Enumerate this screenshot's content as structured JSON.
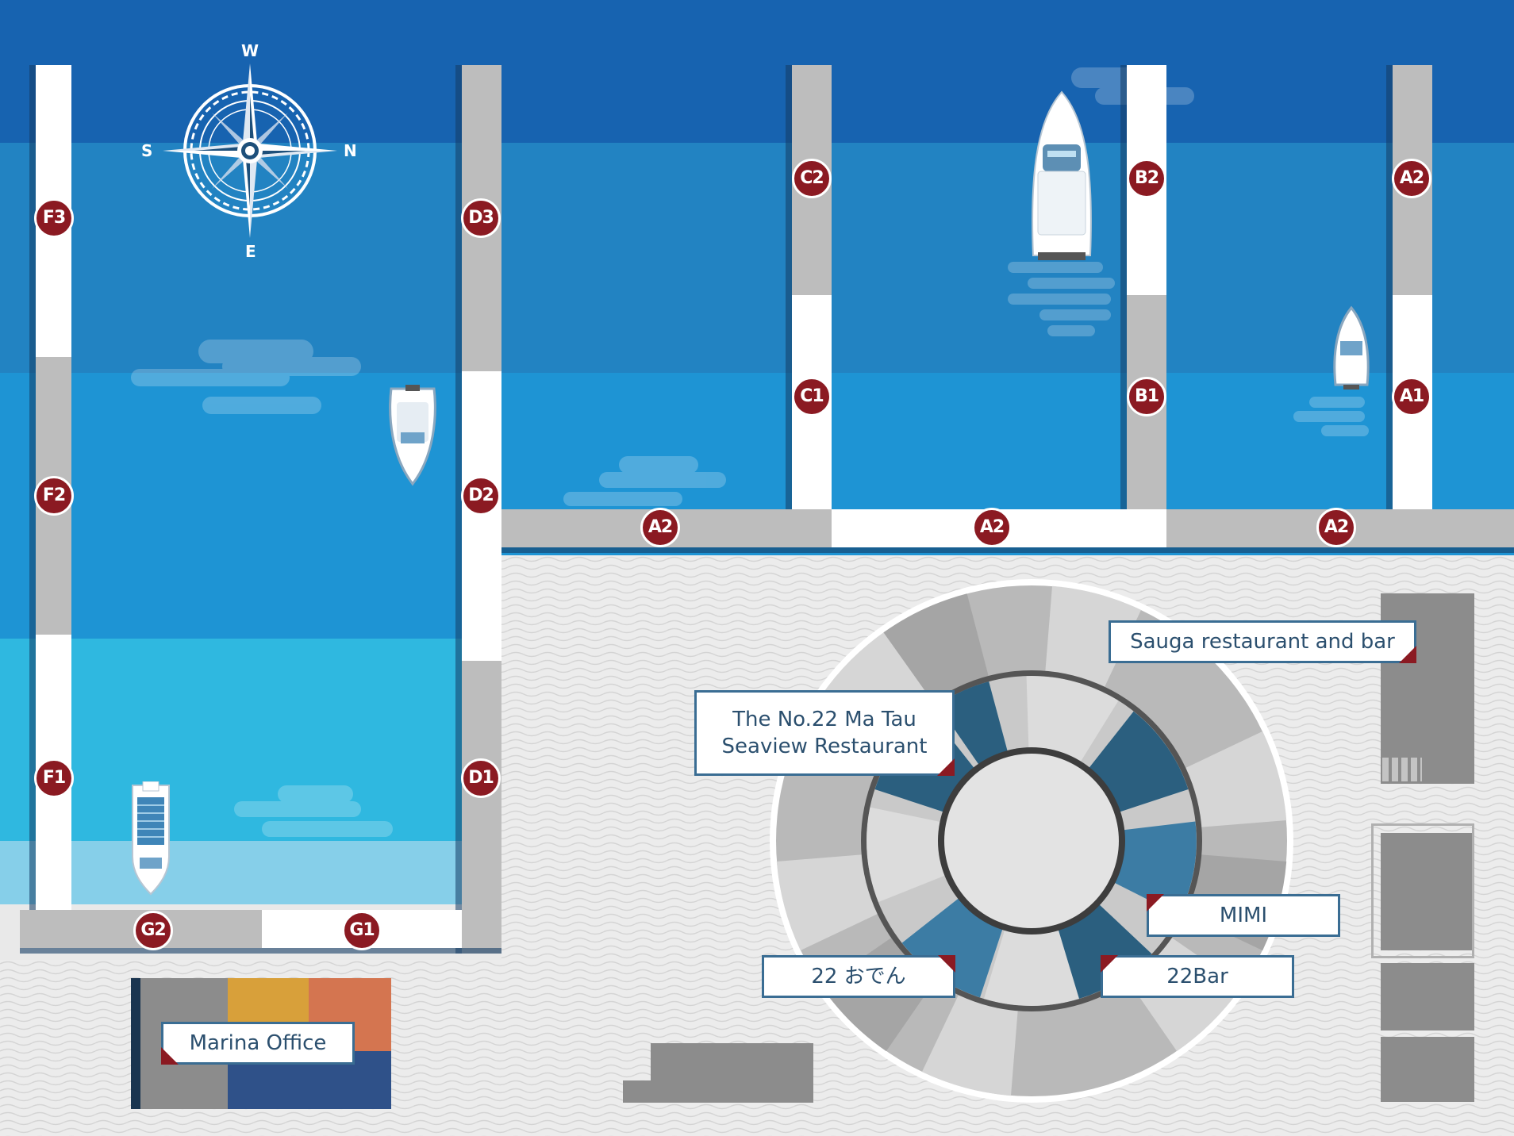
{
  "map": {
    "compass": {
      "top": "W",
      "bottom": "E",
      "left": "S",
      "right": "N",
      "icon": "compass-rose-icon"
    },
    "berths": {
      "F3": "F3",
      "F2": "F2",
      "F1": "F1",
      "D3": "D3",
      "D2": "D2",
      "D1": "D1",
      "C2": "C2",
      "C1": "C1",
      "B2": "B2",
      "B1": "B1",
      "A2_top": "A2",
      "A1": "A1",
      "A2_left": "A2",
      "A2_mid": "A2",
      "A2_right": "A2",
      "G2": "G2",
      "G1": "G1"
    },
    "places": {
      "no22": "The No.22 Ma Tau\nSeaview Restaurant",
      "sauga": "Sauga restaurant and bar",
      "mimi": "MIMI",
      "oden": "22 おでん",
      "bar22": "22Bar",
      "marina_office": "Marina Office"
    },
    "colors": {
      "sea_deep": "#1763b0",
      "sea_mid": "#2283c2",
      "sea_blue": "#1e94d4",
      "sea_light": "#2fb8e0",
      "sea_shallow": "#86cfe9",
      "pier_gray": "#bdbdbd",
      "badge_red": "#8b1a22",
      "label_border": "#3a6d93",
      "highlight_dark": "#2b5f7f",
      "highlight_mid": "#3c7ca4"
    }
  }
}
